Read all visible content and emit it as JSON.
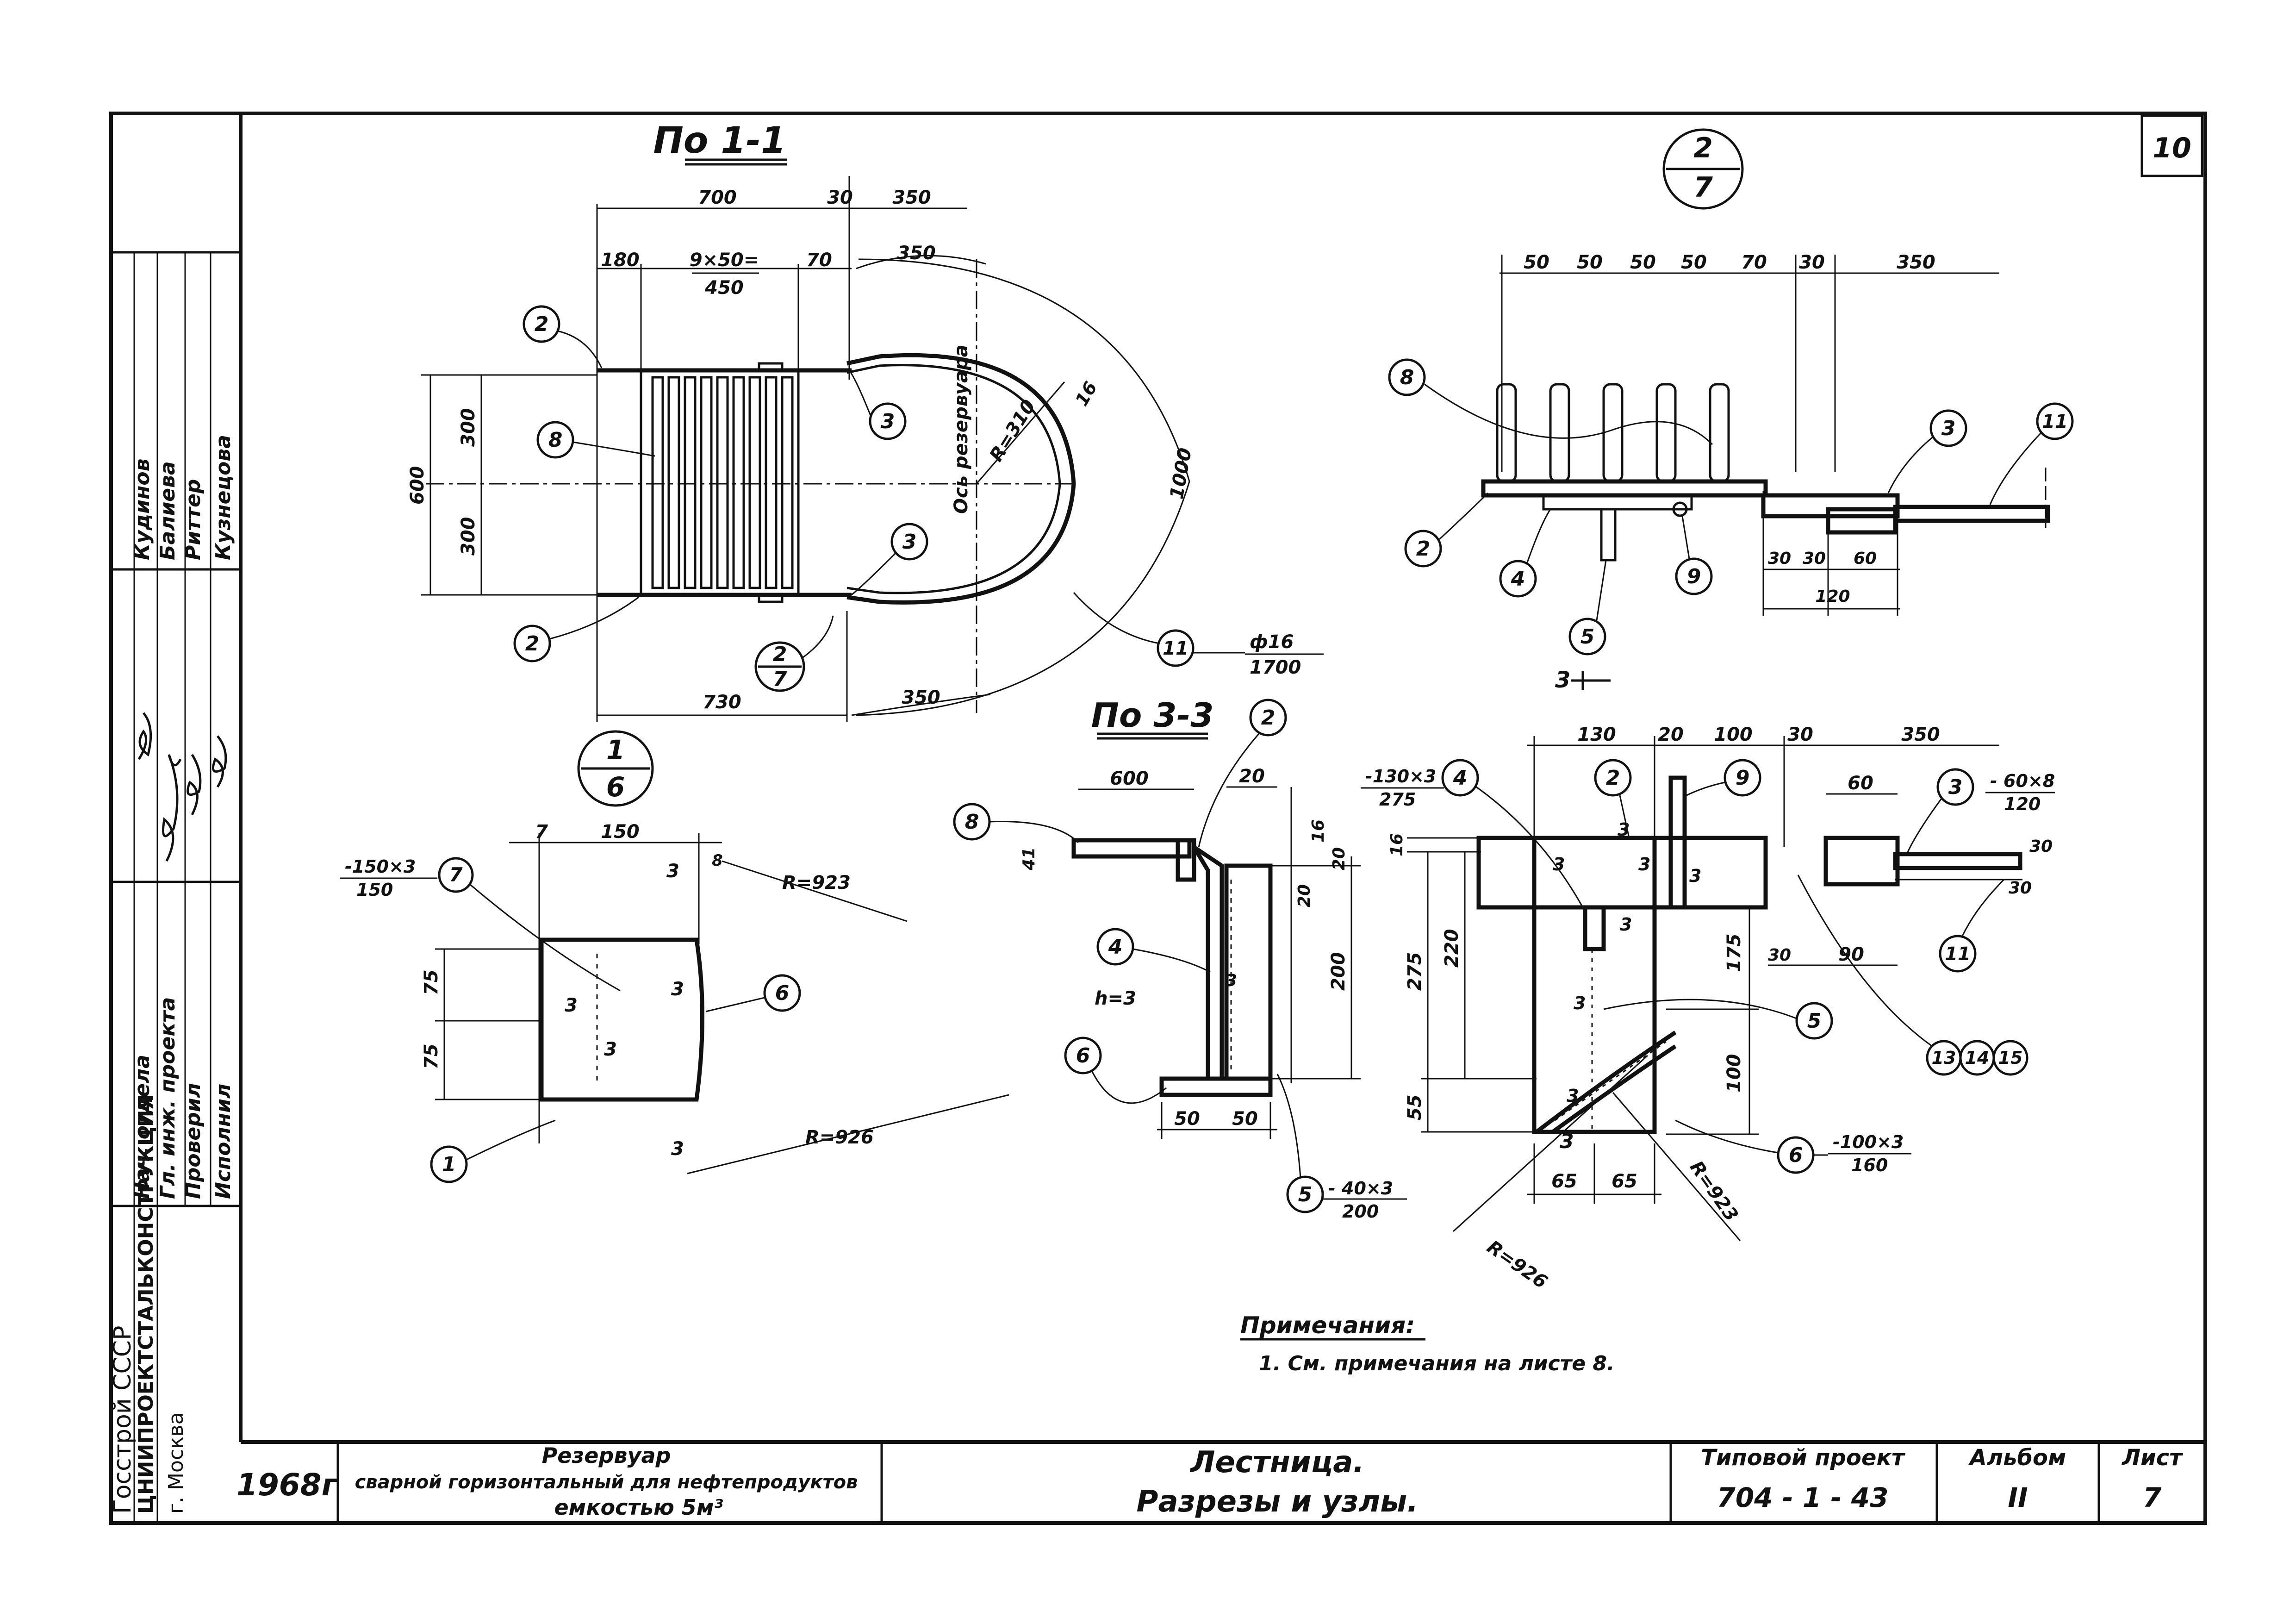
{
  "page_number": "10",
  "stamp": {
    "roles": [
      "Нач. отдела",
      "Гл. инж. проекта",
      "Проверил",
      "Исполнил"
    ],
    "names": [
      "Кудинов",
      "Балиева",
      "Риттер",
      "Кузнецова"
    ],
    "org": [
      "Госстрой СССР",
      "ЦНИИПРОЕКТСТАЛЬКОНСТРУКЦИЯ",
      "г. Москва"
    ]
  },
  "title_block": {
    "year": "1968г",
    "object": [
      "Резервуар",
      "сварной горизонтальный для нефтепродуктов",
      "емкостью 5м³"
    ],
    "title": "Лестница.",
    "subtitle": "Разрезы и узлы.",
    "project_label": "Типовой проект",
    "project_number": "704 - 1 - 43",
    "album_label": "Альбом",
    "album_value": "II",
    "sheet_label": "Лист",
    "sheet_value": "7"
  },
  "views": {
    "plan_1_1": {
      "title": "По 1-1",
      "axis_label": "Ось резервуара",
      "dims": [
        "700",
        "30",
        "350",
        "180",
        "9×50=",
        "450",
        "70",
        "350",
        "1000",
        "R=310",
        "16",
        "600",
        "300",
        "300",
        "730",
        "350",
        "ф16",
        "1700"
      ],
      "callouts": [
        "2",
        "2",
        "3",
        "3",
        "8",
        "11"
      ],
      "section_marks": [
        {
          "top": "2",
          "bottom": "7"
        }
      ]
    },
    "node_2_7": {
      "mark_top": "2",
      "mark_bottom": "7",
      "dims": [
        "50",
        "50",
        "50",
        "50",
        "70",
        "30",
        "350",
        "30",
        "30",
        "60",
        "120"
      ],
      "callouts": [
        "8",
        "2",
        "4",
        "9",
        "5",
        "3",
        "11"
      ]
    },
    "node_1_6": {
      "mark_top": "1",
      "mark_bottom": "6",
      "dims": [
        "7",
        "150",
        "8",
        "75",
        "75",
        "R=923",
        "R=926"
      ],
      "welds": [
        "3",
        "3",
        "3",
        "3",
        "3"
      ],
      "plate_spec": "-150×3",
      "plate_len": "150",
      "callouts": [
        "7",
        "6",
        "1"
      ]
    },
    "section_3_3": {
      "title": "По 3-3",
      "dims": [
        "600",
        "20",
        "16",
        "20",
        "20",
        "200",
        "41",
        "50",
        "50",
        "h=3"
      ],
      "welds": [
        "3"
      ],
      "plate_spec": "- 40×3",
      "plate_len": "200",
      "callouts": [
        "8",
        "2",
        "4",
        "6",
        "5"
      ]
    },
    "node_3": {
      "cut_mark": "3",
      "cut_mark_bottom": "3",
      "dims": [
        "130",
        "20",
        "100",
        "30",
        "350",
        "60",
        "16",
        "275",
        "220",
        "55",
        "175",
        "100",
        "30",
        "90",
        "30",
        "30",
        "65",
        "65",
        "R=926",
        "R=923"
      ],
      "welds": [
        "3",
        "3",
        "3",
        "3",
        "3",
        "3",
        "3"
      ],
      "spec_130x3": "-130×3",
      "spec_275": "275",
      "spec_60x8": "- 60×8",
      "spec_120": "120",
      "spec_100x3": "-100×3",
      "spec_160": "160",
      "callouts": [
        "4",
        "2",
        "9",
        "3",
        "11",
        "5",
        "6",
        "13",
        "14",
        "15"
      ]
    }
  },
  "notes": {
    "heading": "Примечания:",
    "items": [
      "1. См. примечания на листе 8."
    ]
  }
}
